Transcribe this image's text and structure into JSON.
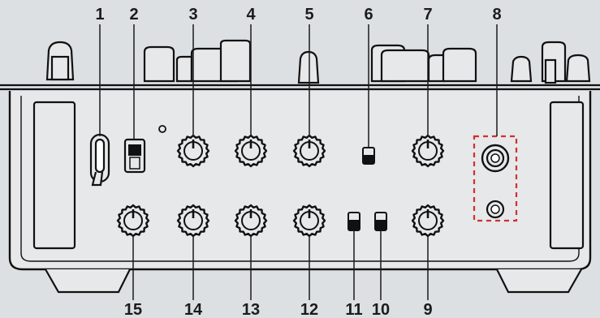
{
  "diagram": {
    "subject": "mixer-front-panel",
    "colors": {
      "background": "#dde0e3",
      "panel_fill": "#e6e8ea",
      "outline": "#111111",
      "label_text": "#1b1b1b",
      "callout_line": "#c0392b",
      "highlight_box": "#d0312d"
    },
    "callouts_top": [
      {
        "number": "1",
        "control": "toggle-lever"
      },
      {
        "number": "2",
        "control": "slide-switch"
      },
      {
        "number": "3",
        "control": "knob"
      },
      {
        "number": "4",
        "control": "knob"
      },
      {
        "number": "5",
        "control": "knob"
      },
      {
        "number": "6",
        "control": "mini-switch"
      },
      {
        "number": "7",
        "control": "knob"
      },
      {
        "number": "8",
        "control": "headphone-jacks"
      }
    ],
    "callouts_bottom": [
      {
        "number": "15",
        "control": "knob"
      },
      {
        "number": "14",
        "control": "knob"
      },
      {
        "number": "13",
        "control": "knob"
      },
      {
        "number": "12",
        "control": "knob"
      },
      {
        "number": "11",
        "control": "mini-switch"
      },
      {
        "number": "10",
        "control": "mini-switch"
      },
      {
        "number": "9",
        "control": "knob"
      }
    ]
  }
}
